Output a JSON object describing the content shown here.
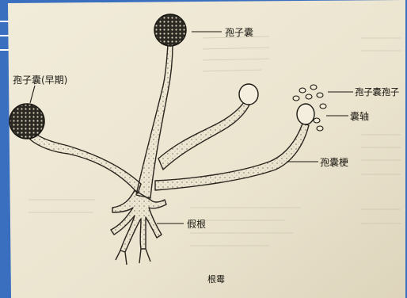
{
  "diagram": {
    "labels": {
      "sporangium_top": "孢子囊",
      "sporangium_early": "孢子囊(早期)",
      "sporangiospore": "孢子囊孢子",
      "columella": "囊轴",
      "sporangiophore": "孢囊梗",
      "rhizoid": "假根",
      "caption": "根霉"
    }
  },
  "colors": {
    "frame": "#3a6fc0",
    "paper": "#ece6d2",
    "ink": "#1a1812"
  }
}
